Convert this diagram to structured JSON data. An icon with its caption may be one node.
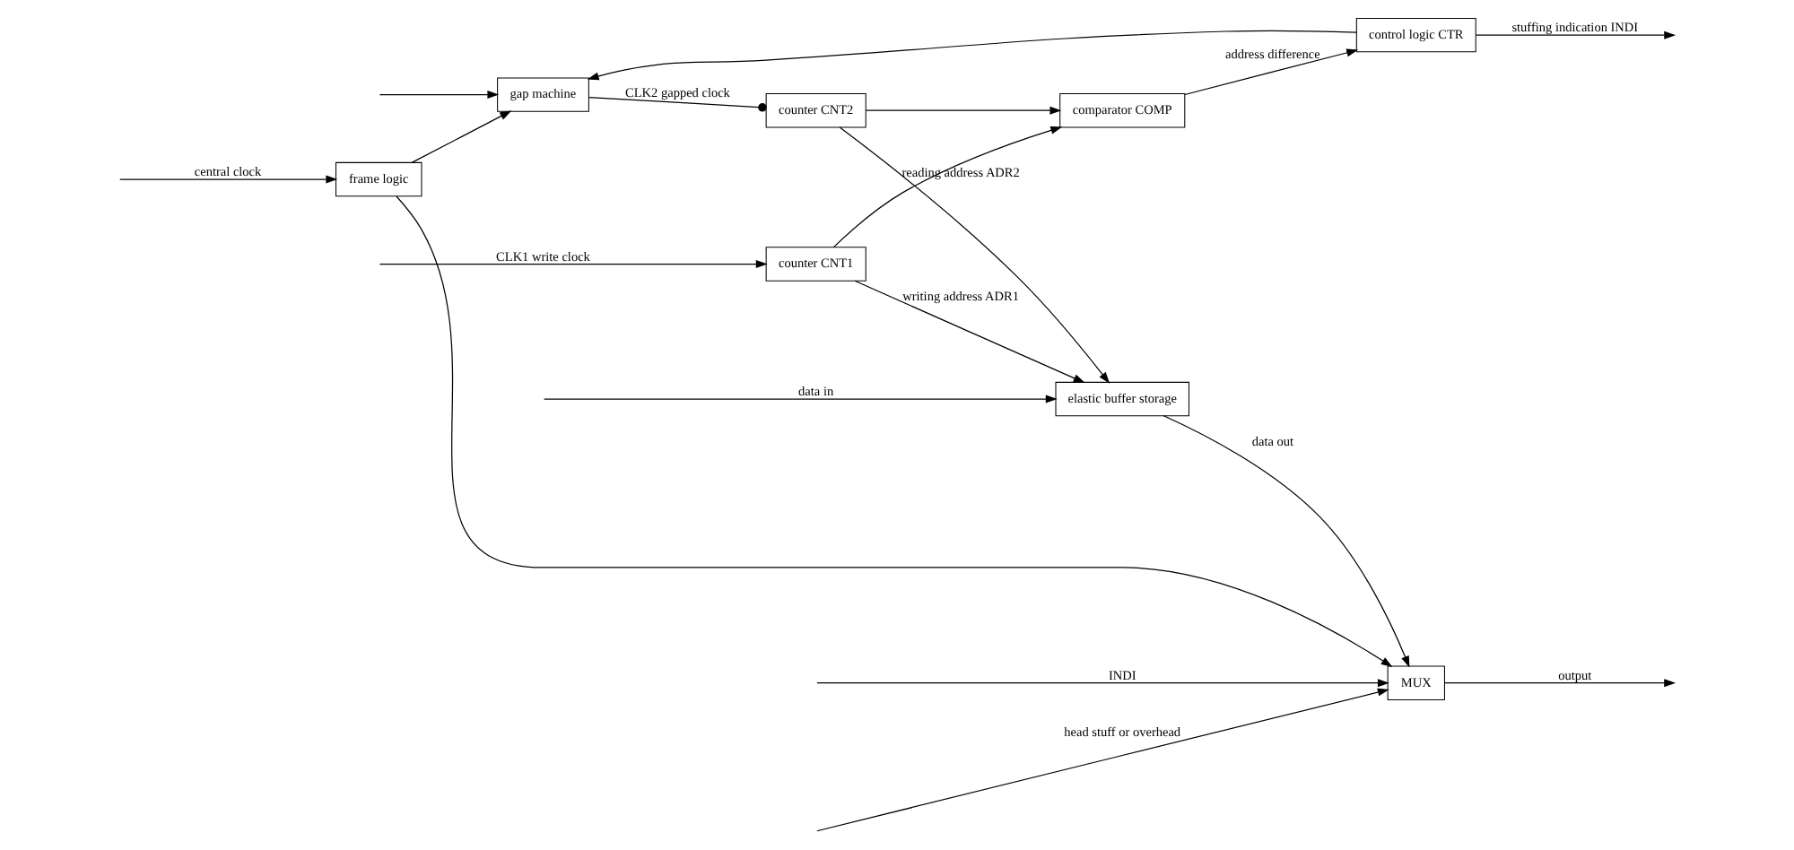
{
  "diagram": {
    "nodes": [
      {
        "text": [
          "elastic buffer storage"
        ]
      },
      {
        "text": [
          "MUX"
        ]
      },
      {
        "text": [
          "counter CNT1"
        ]
      },
      {
        "text": [
          "counter CNT2"
        ]
      },
      {
        "text": [
          "gap machine"
        ]
      },
      {
        "text": [
          "frame logic"
        ]
      },
      {
        "text": [
          "comparator COMP"
        ]
      },
      {
        "text": [
          "control logic CTR"
        ]
      }
    ],
    "edges": [
      {
        "from": null,
        "to": 0,
        "arrow": "to",
        "label": "data in"
      },
      {
        "from": null,
        "to": 1,
        "arrow": "to",
        "label": "head stuff or overhead"
      },
      {
        "from": null,
        "to": 1,
        "arrow": "to",
        "label": "INDI"
      },
      {
        "from": 0,
        "to": 1,
        "arrow": "to",
        "label": "data out"
      },
      {
        "from": 1,
        "to": null,
        "arrow": "to",
        "label": "output"
      },
      {
        "from": null,
        "to": 2,
        "arrow": "to",
        "label": "CLK1 write clock"
      },
      {
        "from": 2,
        "to": 0,
        "arrow": "to",
        "label": "writing address ADR1"
      },
      {
        "from": 2,
        "to": 6,
        "arrow": "to"
      },
      {
        "from": 3,
        "to": 0,
        "arrow": "to",
        "label": "reading address ADR2"
      },
      {
        "from": 3,
        "to": 6,
        "arrow": "to"
      },
      {
        "from": 4,
        "to": 3,
        "arrow": "other",
        "label": "CLK2 gapped clock"
      },
      {
        "from": 5,
        "to": 4,
        "arrow": "to"
      },
      {
        "from": 5,
        "to": 1,
        "arrow": "to"
      },
      {
        "from": null,
        "to": 5,
        "arrow": "to",
        "label": "central clock"
      },
      {
        "from": null,
        "to": 4,
        "arrow": "to"
      },
      {
        "from": 6,
        "to": 7,
        "arrow": "to",
        "label": "address difference"
      },
      {
        "from": 7,
        "to": 4,
        "arrow": "to"
      },
      {
        "from": 7,
        "to": null,
        "arrow": "to",
        "label": "stuffing indication INDI"
      }
    ]
  }
}
